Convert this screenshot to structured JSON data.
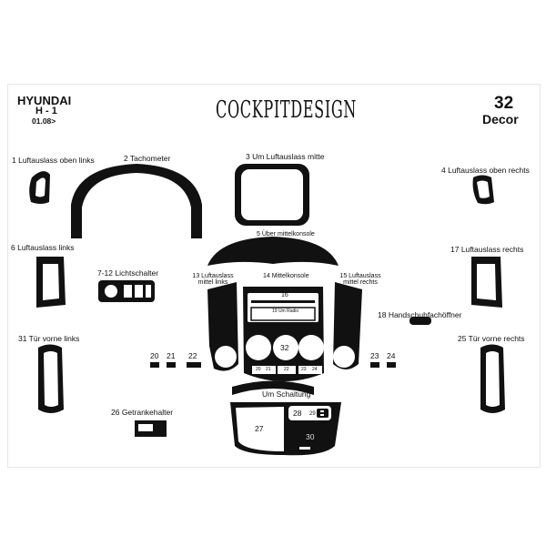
{
  "header": {
    "brand": "HYUNDAI",
    "model": "H - 1",
    "date": "01.08>",
    "logo_text": "COCKPITDESIGN",
    "count": "32",
    "finish": "Decor"
  },
  "parts": {
    "p1": "1 Luftauslass oben links",
    "p2": "2 Tachometer",
    "p3": "3 Um Luftauslass mitte",
    "p4": "4 Luftauslass oben rechts",
    "p5": "5 Über mittelkonsole",
    "p6": "6 Luftauslass links",
    "p7": "7-12 Lichtschalter",
    "p13a": "13 Luftauslass",
    "p13b": "mittel links",
    "p14": "14 Mittelkonsole",
    "p15a": "15 Luftauslass",
    "p15b": "mittel rechts",
    "p16": "16",
    "p17": "17 Luftauslass rechts",
    "p18": "18 Handschuhfachöffner",
    "p19": "19 Um Radio",
    "p20": "20",
    "p21": "21",
    "p22": "22",
    "p23": "23",
    "p24": "24",
    "p25": "25 Tür vorne rechts",
    "p26": "26 Getrankehalter",
    "p27": "27",
    "p28": "28",
    "p29": "29",
    "p30": "30",
    "p31": "31 Tür vorne links",
    "p32": "32",
    "schaltung": "Um Schaltung"
  }
}
